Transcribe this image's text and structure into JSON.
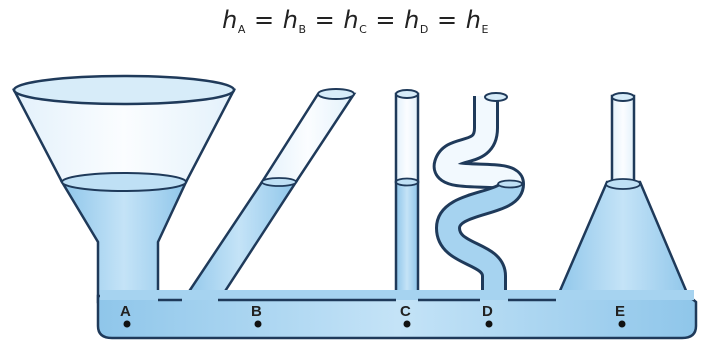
{
  "formula": {
    "h": "h",
    "eq": " = ",
    "subscripts": [
      "A",
      "B",
      "C",
      "D",
      "E"
    ]
  },
  "points": [
    "A",
    "B",
    "C",
    "D",
    "E"
  ],
  "colors": {
    "water": "#a6d3f0",
    "water_light": "#d2ebfa",
    "outline": "#1f3a5a",
    "point": "#111111"
  }
}
